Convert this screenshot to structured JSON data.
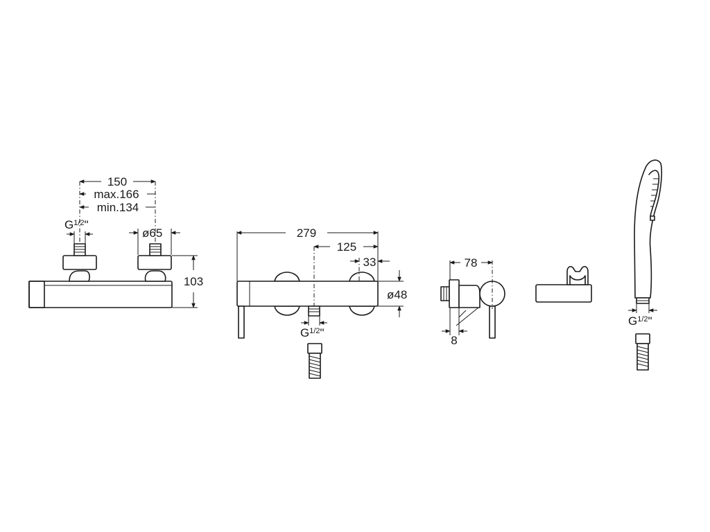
{
  "views": {
    "front": {
      "dim_150": "150",
      "dim_max": "max.166",
      "dim_min": "min.134",
      "dim_phi65": "ø65",
      "dim_103": "103",
      "thread_g": "G",
      "thread_frac": "1/2",
      "thread_quote": "\""
    },
    "top": {
      "dim_279": "279",
      "dim_125": "125",
      "dim_33": "33",
      "dim_phi48": "ø48",
      "thread_g": "G",
      "thread_frac": "1/2",
      "thread_quote": "\""
    },
    "side": {
      "dim_78": "78",
      "dim_8": "8"
    },
    "handshower": {
      "thread_g": "G",
      "thread_frac": "1/2",
      "thread_quote": "\""
    }
  },
  "colors": {
    "line": "#1a1a1a",
    "background": "#ffffff"
  }
}
